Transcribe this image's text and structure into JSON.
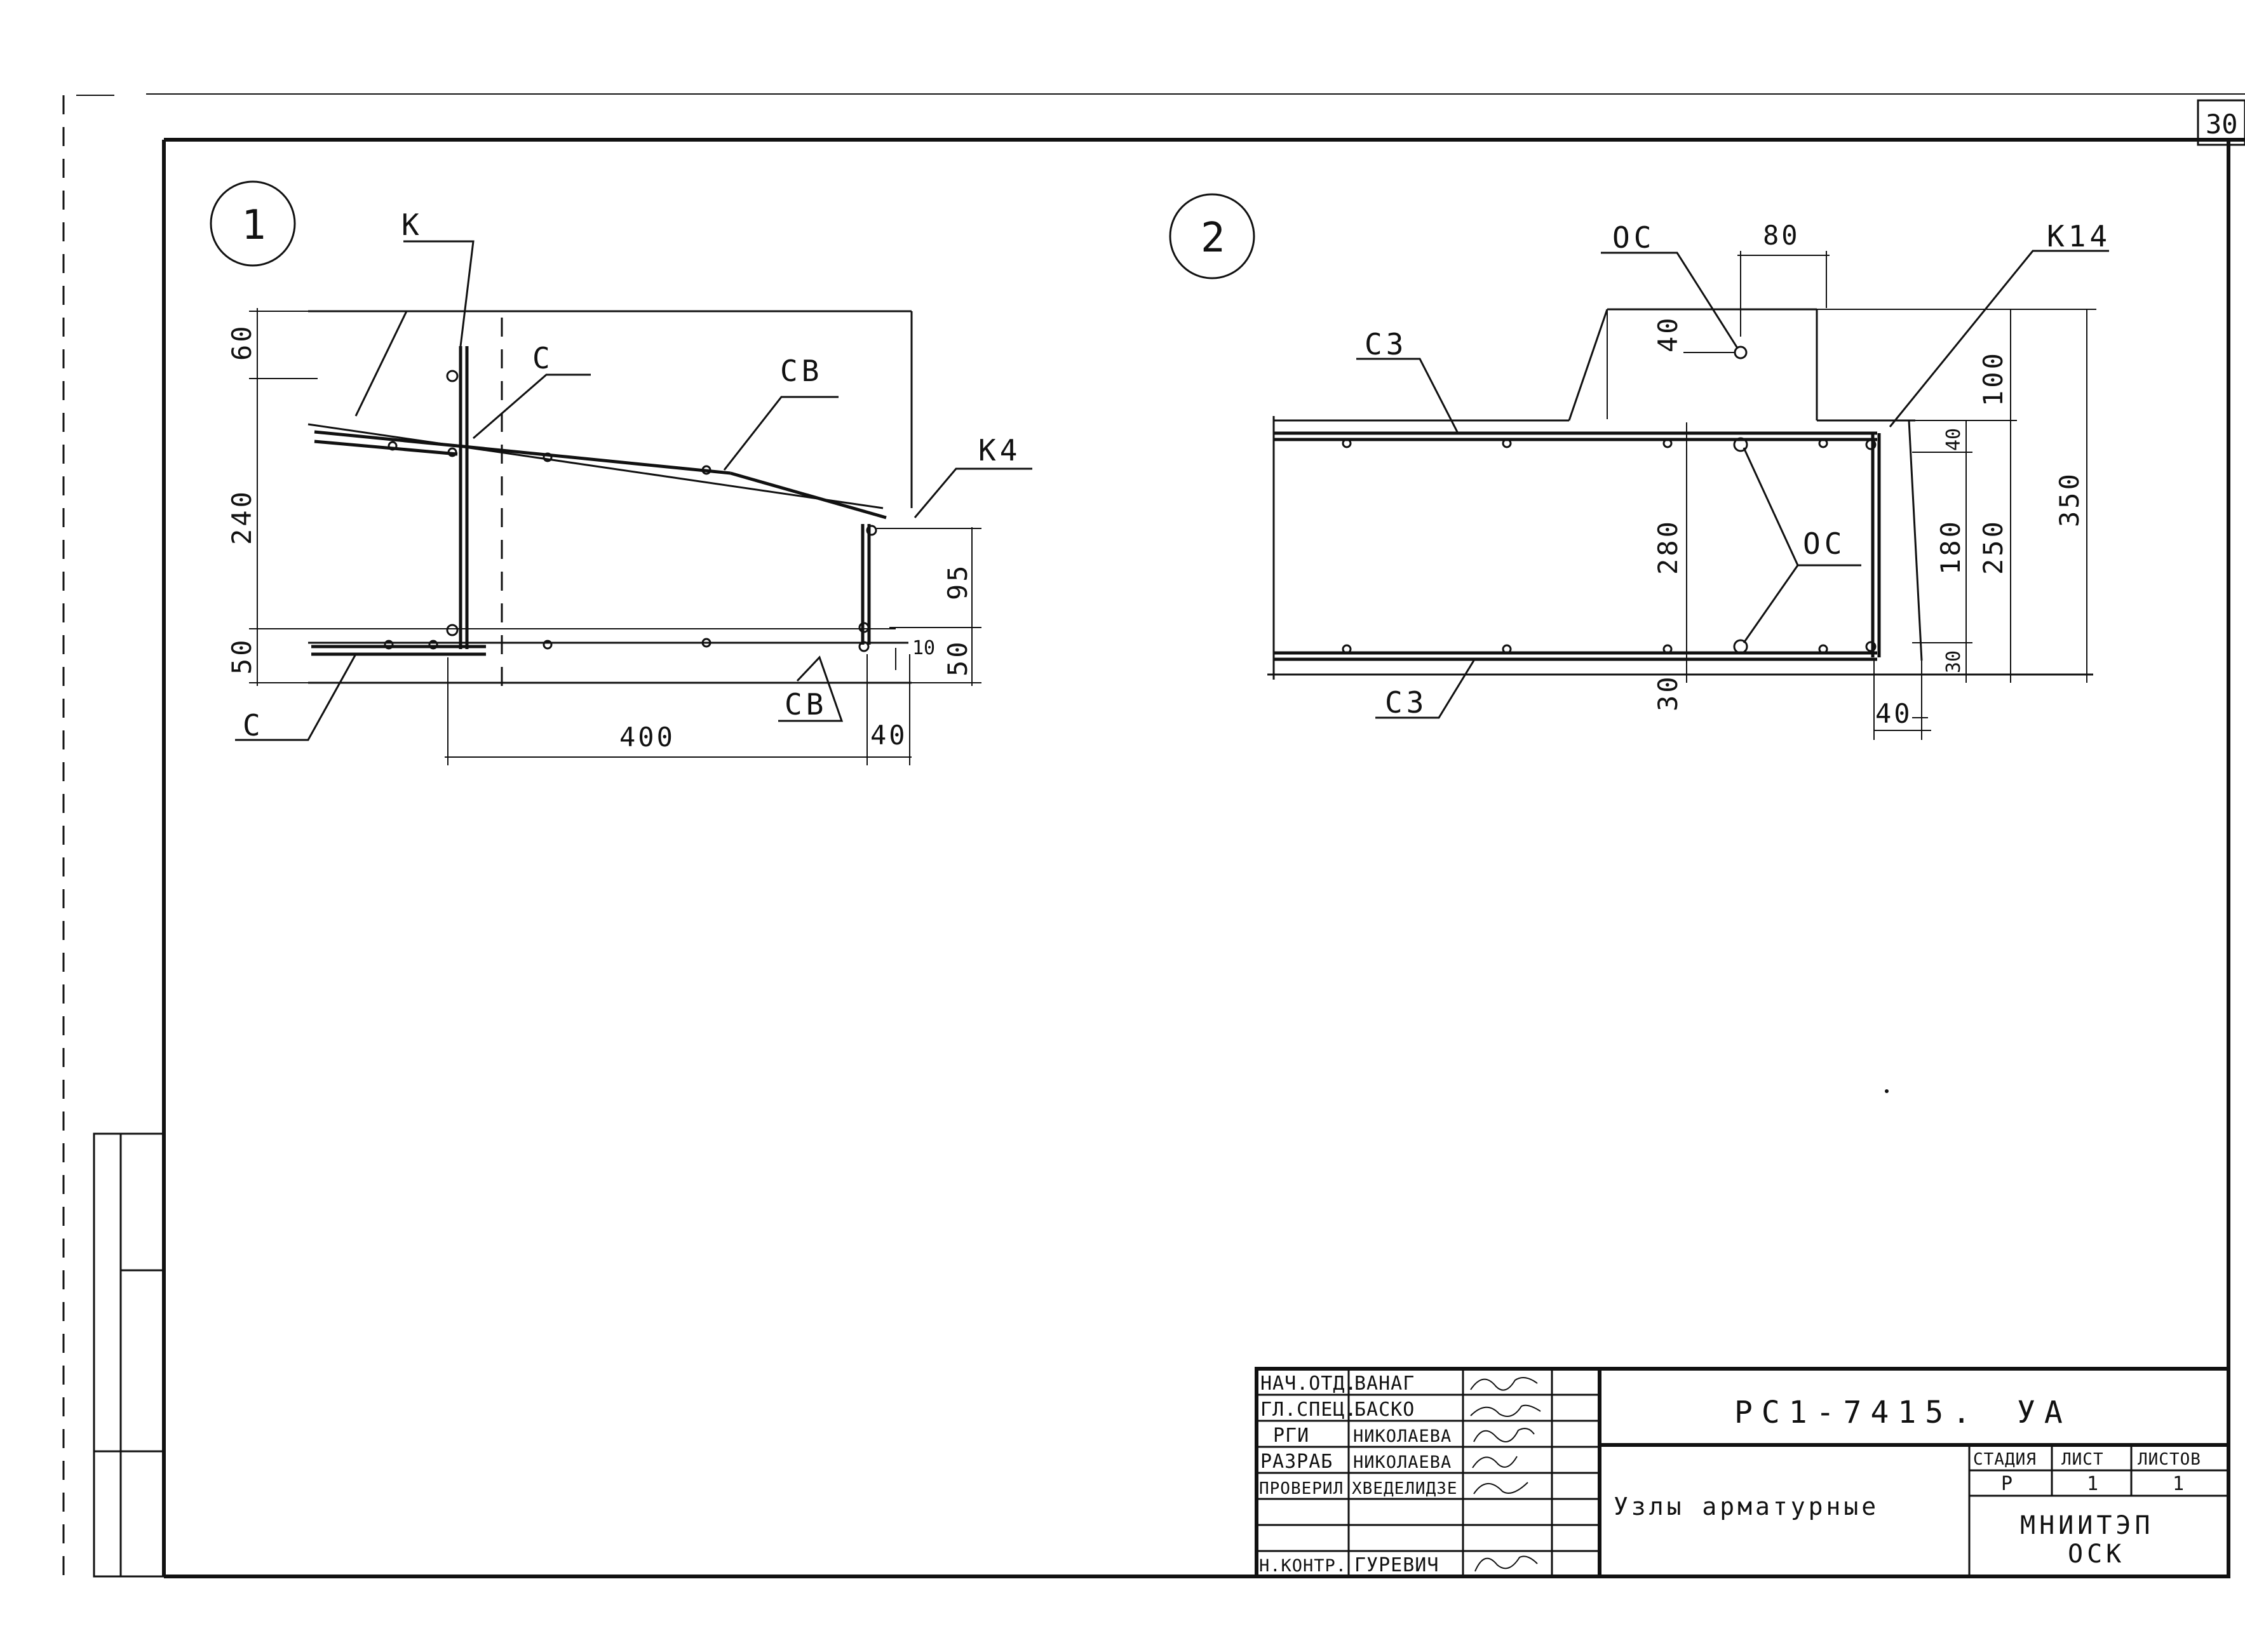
{
  "sheet": {
    "sheet_number": "30"
  },
  "node1": {
    "number": "1",
    "labels": {
      "k": "К",
      "c_top": "С",
      "cb_top": "СВ",
      "k4": "К4",
      "c_bottom": "С",
      "cb_bottom": "СВ"
    },
    "dims": {
      "d60": "60",
      "d240": "240",
      "d50_left": "50",
      "d400": "400",
      "d40": "40",
      "d95": "95",
      "d10": "10",
      "d50_right": "50"
    }
  },
  "node2": {
    "number": "2",
    "labels": {
      "oc_top": "ОС",
      "k14": "К14",
      "c3_top": "С3",
      "oc_mid": "ОС",
      "c3_bottom": "С3"
    },
    "dims": {
      "d80": "80",
      "d40_top": "40",
      "d280": "280",
      "d30_bottom": "30",
      "d100": "100",
      "d40_mid": "40",
      "d180": "180",
      "d30_right": "30",
      "d250": "250",
      "d350": "350",
      "d40_bottom": "40"
    }
  },
  "title_block": {
    "roles": [
      "НАЧ.ОТД.",
      "ГЛ.СПЕЦ.",
      "РГИ",
      "РАЗРАБ",
      "ПРОВЕРИЛ",
      "",
      "",
      "Н.КОНТР."
    ],
    "names": [
      "ВАНАГ",
      "БАСКО",
      "НИКОЛАЕВА",
      "НИКОЛАЕВА",
      "ХВЕДЕЛИДЗЕ",
      "",
      "",
      "ГУРЕВИЧ"
    ],
    "document_code": "РС1-7415.",
    "document_suffix": "УА",
    "title": "Узлы арматурные",
    "stage_header": "СТАДИЯ",
    "sheet_header": "ЛИСТ",
    "sheets_header": "ЛИСТОВ",
    "stage": "Р",
    "sheet": "1",
    "sheets": "1",
    "organization": "МНИИТЭП",
    "department": "ОСК"
  }
}
